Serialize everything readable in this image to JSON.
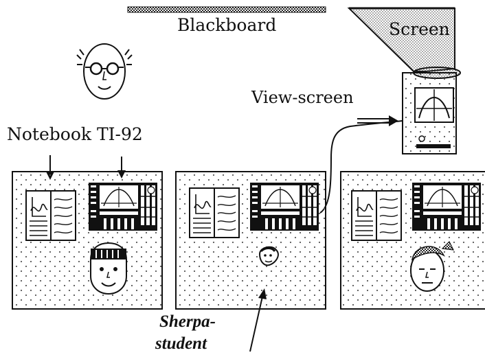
{
  "labels": {
    "blackboard": "Blackboard",
    "screen": "Screen",
    "view_screen": "View-screen",
    "notebook": "Notebook TI-92",
    "sherpa_line1": "Sherpa-",
    "sherpa_line2": "student"
  },
  "colors": {
    "ink": "#111111",
    "stipple": "#8a8a8a",
    "paper": "#ffffff"
  },
  "icons": [
    "teacher-face-icon",
    "student-face-icon",
    "sherpa-student-icon",
    "notebook-icon",
    "ti92-calculator-icon",
    "view-screen-projector-icon"
  ]
}
